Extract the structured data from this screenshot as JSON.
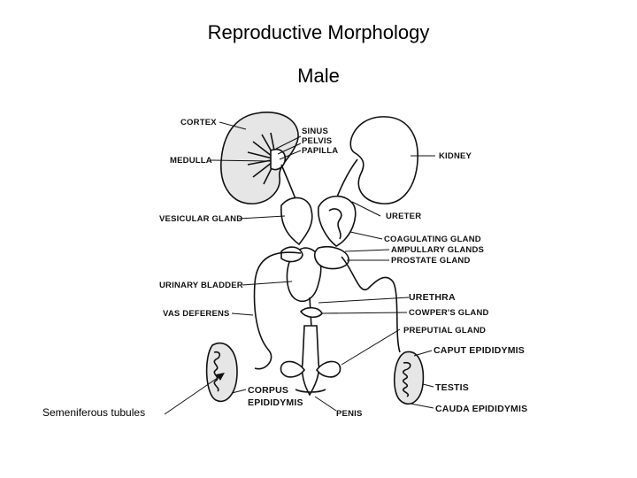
{
  "slide": {
    "title": "Reproductive Morphology",
    "subtitle": "Male",
    "annotation": "Semeniferous tubules"
  },
  "diagram": {
    "labels": {
      "cortex": "CORTEX",
      "sinus": "SINUS",
      "pelvis": "PELVIS",
      "papilla": "PAPILLA",
      "medulla": "MEDULLA",
      "kidney": "KIDNEY",
      "vesicular_gland": "VESICULAR GLAND",
      "ureter": "URETER",
      "coagulating_gland": "COAGULATING GLAND",
      "ampullary_glands": "AMPULLARY GLANDS",
      "prostate_gland": "PROSTATE GLAND",
      "urinary_bladder": "URINARY BLADDER",
      "urethra": "URETHRA",
      "vas_deferens": "VAS DEFERENS",
      "cowpers_gland": "COWPER'S GLAND",
      "preputial_gland": "PREPUTIAL GLAND",
      "caput_epididymis": "CAPUT EPIDIDYMIS",
      "corpus": "CORPUS",
      "epididymis": "EPIDIDYMIS",
      "testis": "TESTIS",
      "penis": "PENIS",
      "cauda_epididymis": "CAUDA EPIDIDYMIS"
    }
  }
}
